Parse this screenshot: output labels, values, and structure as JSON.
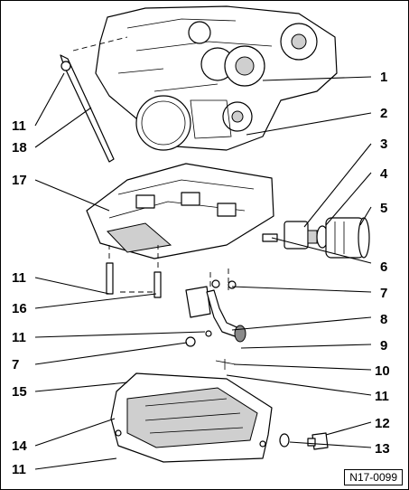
{
  "diagram": {
    "reference": "N17-0099",
    "callouts": {
      "c1": "1",
      "c2": "2",
      "c3": "3",
      "c4": "4",
      "c5": "5",
      "c6": "6",
      "c7a": "7",
      "c8": "8",
      "c9": "9",
      "c10": "10",
      "c11a": "11",
      "c12": "12",
      "c13": "13",
      "c11l_top": "11",
      "c18": "18",
      "c17": "17",
      "c11l_mid": "11",
      "c16": "16",
      "c11l_low": "11",
      "c7l": "7",
      "c15": "15",
      "c14": "14",
      "c11l_bot": "11"
    }
  }
}
